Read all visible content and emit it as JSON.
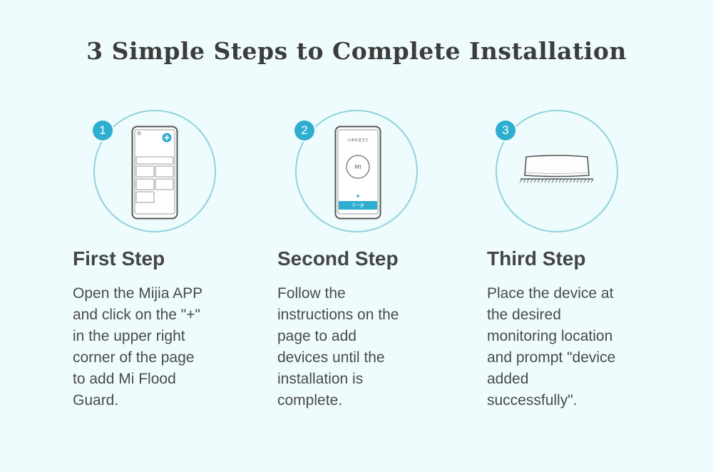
{
  "title": "3 Simple Steps to Complete Installation",
  "steps": [
    {
      "number": "1",
      "heading": "First Step",
      "description_lines": [
        "Open the Mijia APP",
        "and click on the \"+\"",
        "in the upper right",
        "corner of the page",
        "to add Mi Flood",
        "Guard."
      ],
      "icon": "phone-app-home-icon"
    },
    {
      "number": "2",
      "heading": "Second Step",
      "description_lines": [
        "Follow the",
        "instructions on the",
        "page to add",
        "devices until the",
        "installation is",
        "complete."
      ],
      "icon": "phone-setup-icon",
      "phone_screen": {
        "header_text": "小米水浸卫士",
        "logo_text": "MI",
        "button_text": "下一步"
      }
    },
    {
      "number": "3",
      "heading": "Third Step",
      "description_lines": [
        "Place the device at",
        "the desired",
        "monitoring location",
        "and prompt \"device",
        "added",
        "successfully\"."
      ],
      "icon": "flood-sensor-device-icon"
    }
  ],
  "colors": {
    "background": "#effcfd",
    "accent": "#2eaed0",
    "circle_stroke": "#8fd3dd"
  }
}
